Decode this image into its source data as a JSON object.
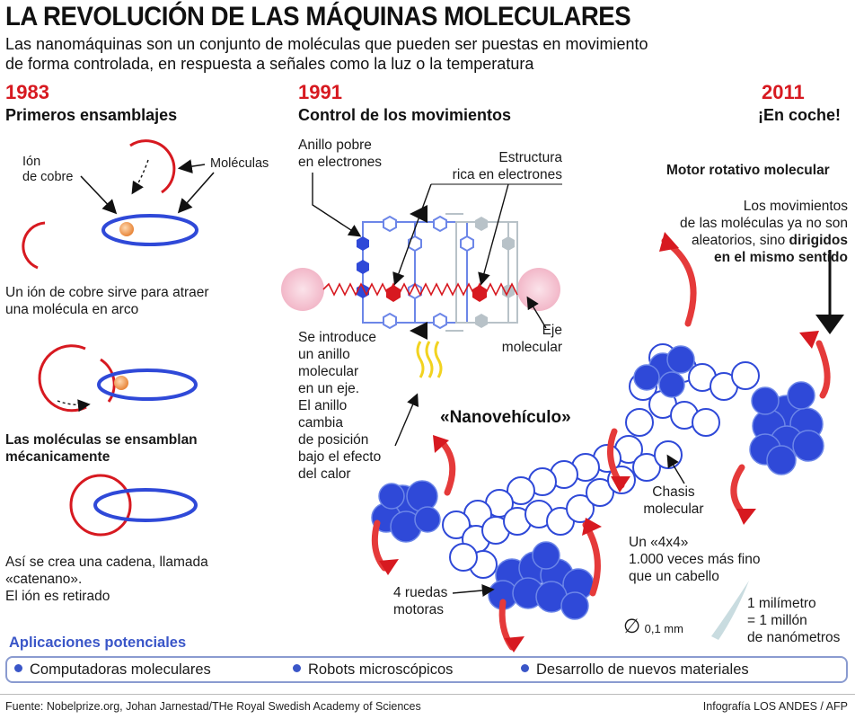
{
  "title": "LA REVOLUCIÓN DE LAS MÁQUINAS MOLECULARES",
  "subtitle_line1": "Las nanomáquinas son un conjunto de moléculas que pueden ser puestas en movimiento",
  "subtitle_line2": "de forma controlada, en respuesta a señales como la luz o la temperatura",
  "col1983": {
    "year": "1983",
    "heading": "Primeros ensamblajes",
    "ion_label_1": "Ión",
    "ion_label_2": "de cobre",
    "molecules_label": "Moléculas",
    "step1_line1": "Un ión de cobre sirve para atraer",
    "step1_line2": "una molécula en arco",
    "step2_line1": "Las moléculas se ensamblan",
    "step2_line2": "mécanicamente",
    "step3_line1": "Así se crea una cadena, llamada",
    "step3_line2": "«catenano».",
    "step3_line3": "El ión es retirado"
  },
  "col1991": {
    "year": "1991",
    "heading": "Control de los movimientos",
    "poor_ring_1": "Anillo pobre",
    "poor_ring_2": "en electrones",
    "rich_1": "Estructura",
    "rich_2": "rica en electrones",
    "axis_1": "Eje",
    "axis_2": "molecular",
    "desc": [
      "Se introduce",
      "un anillo",
      "molecular",
      "en un eje.",
      "El anillo",
      "cambia",
      "de posición",
      "bajo el efecto",
      "del calor"
    ]
  },
  "col2011": {
    "year": "2011",
    "heading": "¡En coche!",
    "motor_title": "Motor rotativo molecular",
    "motor_line1": "Los movimientos",
    "motor_line2": "de las moléculas ya no son",
    "motor_line3_plain": "aleatorios, sino ",
    "motor_line3_bold": "dirigidos",
    "motor_line4": "en el mismo sentido",
    "nanovehicle": "«Nanovehículo»",
    "chassis_1": "Chasis",
    "chassis_2": "molecular",
    "wheels_1": "4 ruedas",
    "wheels_2": "motoras",
    "size_1": "Un «4x4»",
    "size_2": "1.000 veces más fino",
    "size_3": "que un cabello",
    "hair_symbol": "∅",
    "hair_size": "0,1 mm",
    "mm_1": "1 milímetro",
    "mm_2": "= 1 millón",
    "mm_3": "de nanómetros"
  },
  "applications": {
    "title": "Aplicaciones potenciales",
    "items": [
      "Computadoras moleculares",
      "Robots microscópicos",
      "Desarrollo de nuevos materiales"
    ]
  },
  "footer": {
    "source": "Fuente: Nobelprize.org, Johan Jarnestad/THe Royal Swedish Academy of Sciences",
    "credit": "Infografía LOS ANDES / AFP"
  },
  "colors": {
    "red": "#d71920",
    "blue": "#2f49d8",
    "grey_hex": "#b8c2c8",
    "pink": "#f5c6d4"
  }
}
